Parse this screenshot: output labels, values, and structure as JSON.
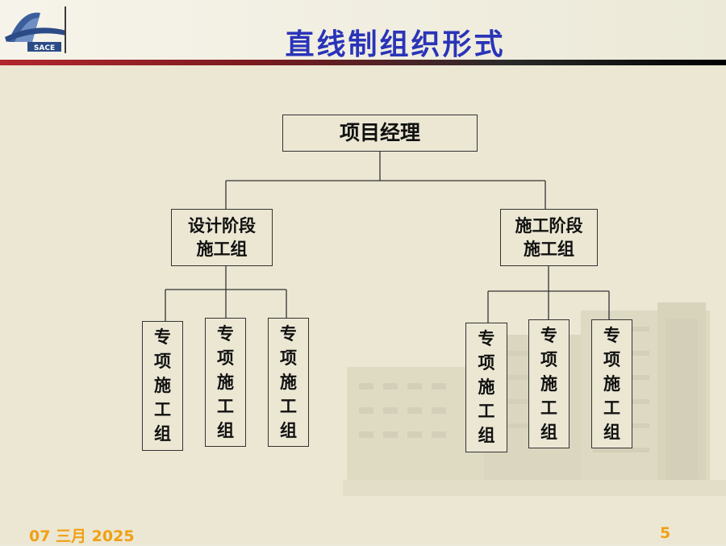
{
  "slide": {
    "title": "直线制组织形式",
    "logo_text": "SACE",
    "footer_date": "07 三月 2025",
    "page_number": "5"
  },
  "org_chart": {
    "root": "项目经理",
    "left_branch": {
      "line1": "设计阶段",
      "line2": "施工组",
      "children": [
        [
          "专",
          "项",
          "施",
          "工",
          "组"
        ],
        [
          "专",
          "项",
          "施",
          "工",
          "组"
        ],
        [
          "专",
          "项",
          "施",
          "工",
          "组"
        ]
      ]
    },
    "right_branch": {
      "line1": "施工阶段",
      "line2": "施工组",
      "children": [
        [
          "专",
          "项",
          "施",
          "工",
          "组"
        ],
        [
          "专",
          "项",
          "施",
          "工",
          "组"
        ],
        [
          "专",
          "项",
          "施",
          "工",
          "组"
        ]
      ]
    }
  },
  "colors": {
    "title": "#2a34b8",
    "footer": "#f0a014",
    "background": "#ebe7d3",
    "rule_start": "#b3272d",
    "rule_end": "#000000"
  }
}
